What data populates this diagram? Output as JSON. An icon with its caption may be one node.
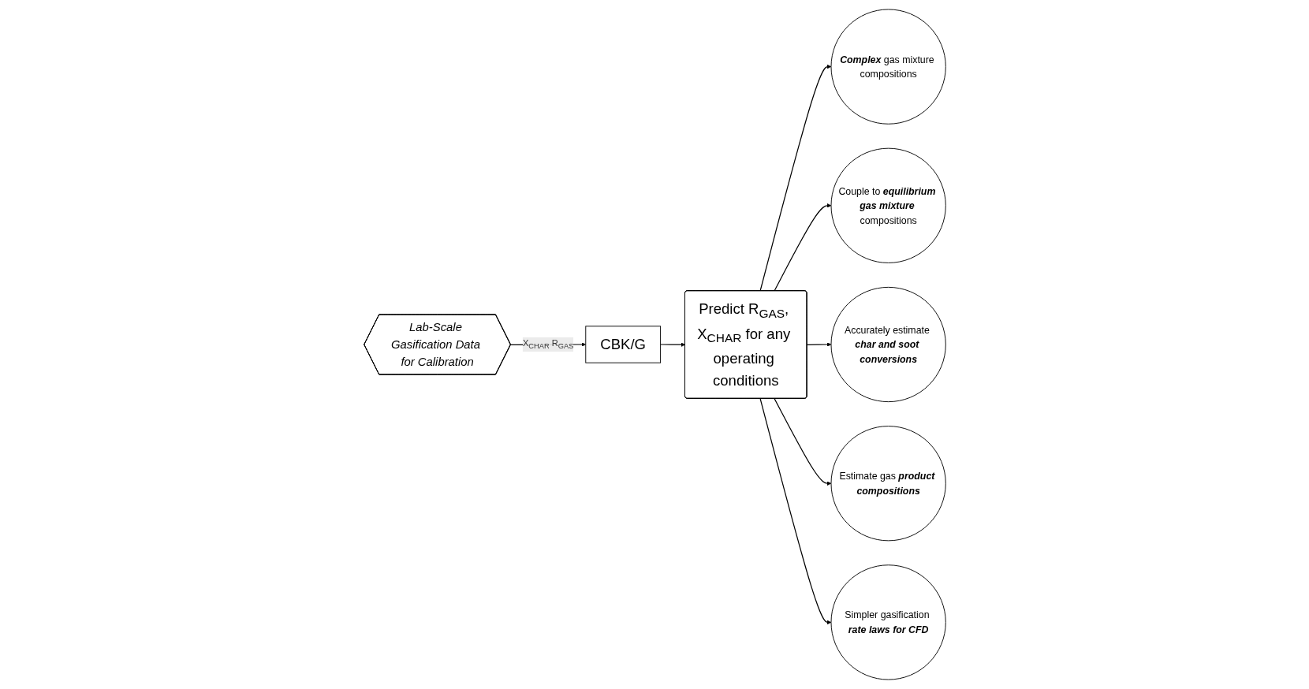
{
  "diagram": {
    "nodes": [
      {
        "text": [
          "Lab-Scale Gasification Data for Calibration"
        ]
      },
      {
        "text": [
          "CBK/G"
        ]
      },
      {
        "text": [
          "Predict R$_{GAS}$, X$_{CHAR}$ for any operating conditions"
        ]
      },
      {
        "text": [
          "**Complex** gas mixture compositions"
        ]
      },
      {
        "text": [
          "Couple to **equilibrium gas mixture** compositions"
        ]
      },
      {
        "text": [
          "Accurately estimate **char and soot conversions**"
        ]
      },
      {
        "text": [
          "Estimate gas **product compositions**"
        ]
      },
      {
        "text": [
          "Simpler gasification **rate laws for CFD**"
        ]
      }
    ],
    "edges": [
      {
        "from": 0,
        "to": 1,
        "arrow": "to",
        "label": "X$_{CHAR}$ R$_{GAS}$"
      },
      {
        "from": 1,
        "to": 2,
        "arrow": "to"
      },
      {
        "from": 2,
        "to": 3,
        "arrow": "to"
      },
      {
        "from": 2,
        "to": 4,
        "arrow": "to"
      },
      {
        "from": 2,
        "to": 5,
        "arrow": "to"
      },
      {
        "from": 2,
        "to": 6,
        "arrow": "to"
      },
      {
        "from": 2,
        "to": 7,
        "arrow": "to"
      }
    ]
  }
}
